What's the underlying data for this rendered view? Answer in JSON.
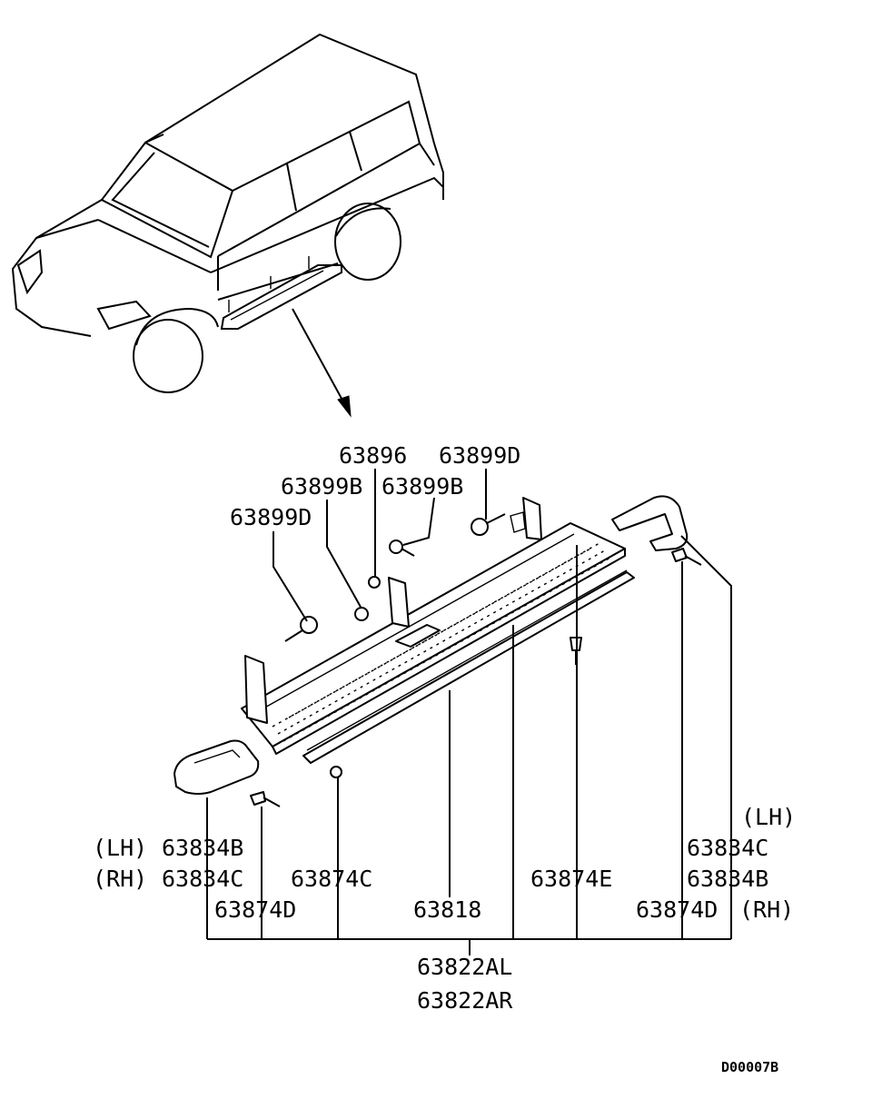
{
  "labels": {
    "p63896": "63896",
    "p63899D_top": "63899D",
    "p63899B_left": "63899B",
    "p63899B_right": "63899B",
    "p63899D_left": "63899D",
    "lh_left": "(LH)",
    "rh_left": "(RH)",
    "p63834B_left": "63834B",
    "p63834C_left": "63834C",
    "p63874D_left": "63874D",
    "p63874C": "63874C",
    "p63818": "63818",
    "p63874E": "63874E",
    "lh_right": "(LH)",
    "p63834C_right": "63834C",
    "p63834B_right": "63834B",
    "p63874D_right": "63874D",
    "rh_right": "(RH)",
    "p63822AL": "63822AL",
    "p63822AR": "63822AR"
  },
  "diagram_code": "D00007B"
}
